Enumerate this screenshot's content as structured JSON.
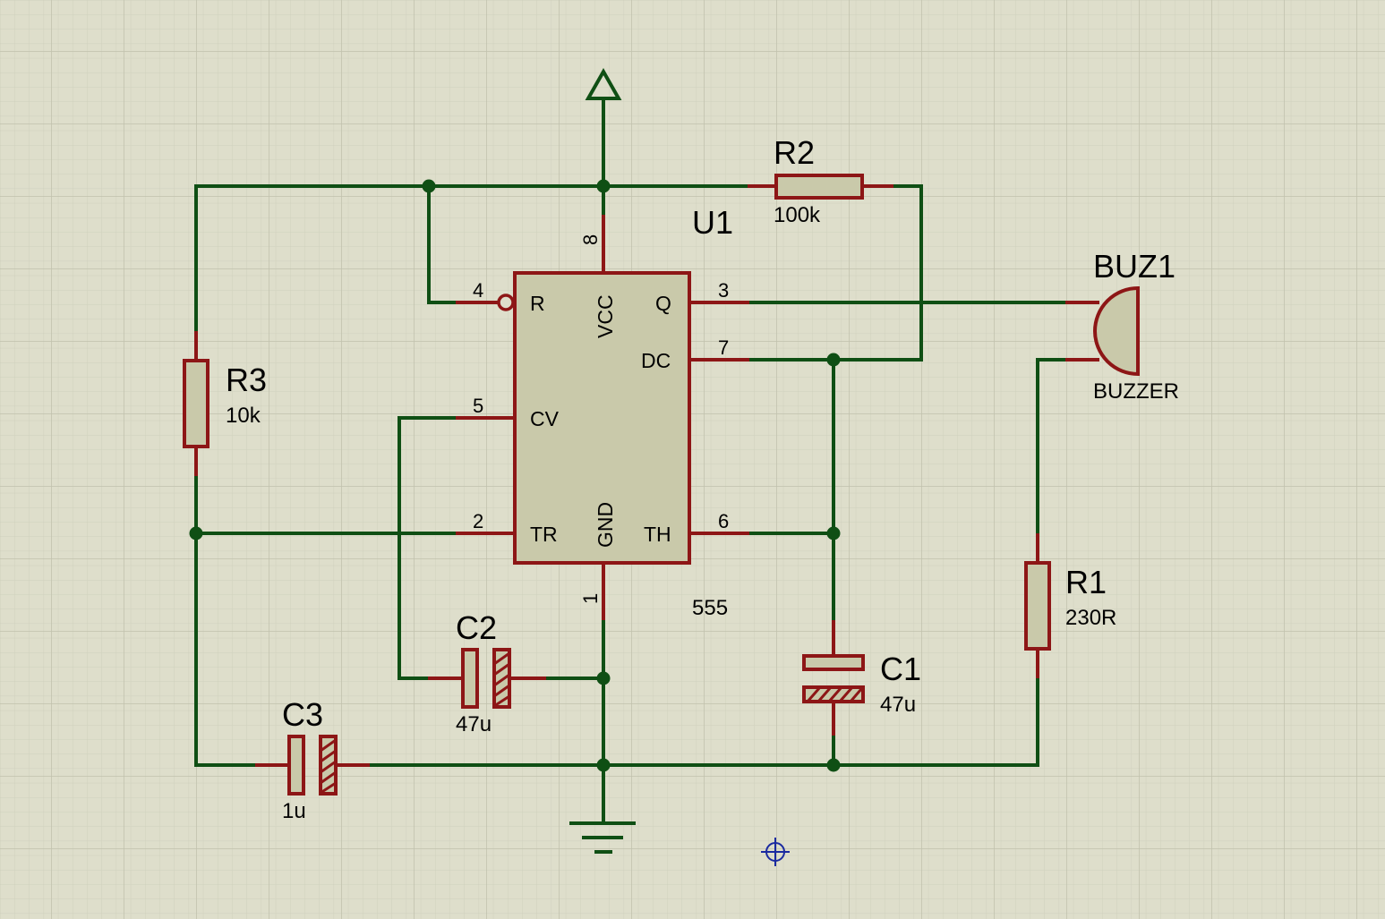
{
  "colors": {
    "background": "#dedecb",
    "grid_minor": "#cfd0bd",
    "grid_major": "#c2c3af",
    "wire": "#0f4f14",
    "component": "#8d1616",
    "component_fill": "#c9c9aa",
    "marker": "#1a2aa0"
  },
  "components": {
    "u1": {
      "ref": "U1",
      "value": "555",
      "pins": {
        "reset": {
          "name": "R",
          "number": "4"
        },
        "vcc": {
          "name": "VCC",
          "number": "8"
        },
        "q": {
          "name": "Q",
          "number": "3"
        },
        "dc": {
          "name": "DC",
          "number": "7"
        },
        "cv": {
          "name": "CV",
          "number": "5"
        },
        "tr": {
          "name": "TR",
          "number": "2"
        },
        "gnd": {
          "name": "GND",
          "number": "1"
        },
        "th": {
          "name": "TH",
          "number": "6"
        }
      }
    },
    "r1": {
      "ref": "R1",
      "value": "230R"
    },
    "r2": {
      "ref": "R2",
      "value": "100k"
    },
    "r3": {
      "ref": "R3",
      "value": "10k"
    },
    "c1": {
      "ref": "C1",
      "value": "47u"
    },
    "c2": {
      "ref": "C2",
      "value": "47u"
    },
    "c3": {
      "ref": "C3",
      "value": "1u"
    },
    "buz1": {
      "ref": "BUZ1",
      "value": "BUZZER"
    }
  },
  "icons": {
    "power": "power-terminal-icon",
    "ground": "ground-terminal-icon",
    "origin": "origin-marker-icon"
  }
}
